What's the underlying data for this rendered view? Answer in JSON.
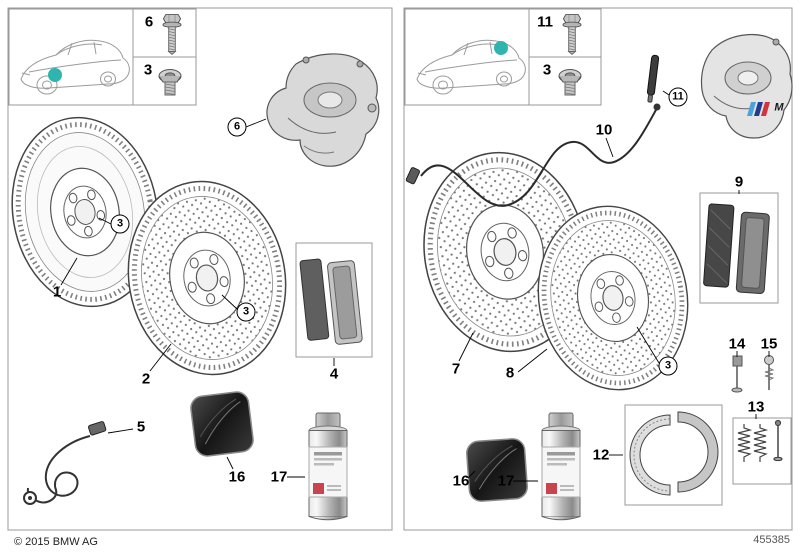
{
  "page": {
    "copyright": "© 2015 BMW AG",
    "diagram_number": "455385"
  },
  "colors": {
    "highlight": "#2fb5b0",
    "m_blue": "#4aa3df",
    "m_navy": "#1d3e8f",
    "m_red": "#d6323e"
  },
  "left": {
    "box_bolt": "6",
    "box_screw": "3",
    "caliper_callout": "6",
    "disc1_label": "1",
    "disc1_hub_callout": "3",
    "disc2_label": "2",
    "disc2_hub_callout": "3",
    "pads_label": "4",
    "sensor_label": "5",
    "packet_label": "16",
    "spray_label": "17"
  },
  "right": {
    "box_bolt": "11",
    "box_screw": "3",
    "caliper_callout": "11",
    "cable_label": "10",
    "disc1_label": "7",
    "disc2_label": "8",
    "disc2_hub_callout": "3",
    "pads_label": "9",
    "clip_label": "14",
    "pin_label": "15",
    "springs_label": "13",
    "shoes_label": "12",
    "packet_label": "16",
    "spray_label": "17",
    "caliper_logo": "M"
  }
}
